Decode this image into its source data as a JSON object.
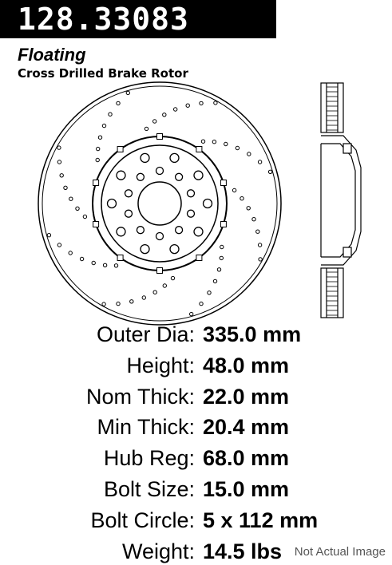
{
  "part_number": "128.33083",
  "title_line1": "Floating",
  "title_line2": "Cross Drilled Brake Rotor",
  "specs": [
    {
      "label": "Outer Dia:",
      "value": "335.0 mm"
    },
    {
      "label": "Height:",
      "value": "48.0 mm"
    },
    {
      "label": "Nom Thick:",
      "value": "22.0 mm"
    },
    {
      "label": "Min Thick:",
      "value": "20.4 mm"
    },
    {
      "label": "Hub Reg:",
      "value": "68.0 mm"
    },
    {
      "label": "Bolt Size:",
      "value": "15.0 mm"
    },
    {
      "label": "Bolt Circle:",
      "value": "5 x 112 mm"
    },
    {
      "label": "Weight:",
      "value": "14.5 lbs"
    }
  ],
  "watermark": "Not Actual Image",
  "colors": {
    "banner": "#000000",
    "ink": "#000000",
    "background": "#ffffff"
  }
}
